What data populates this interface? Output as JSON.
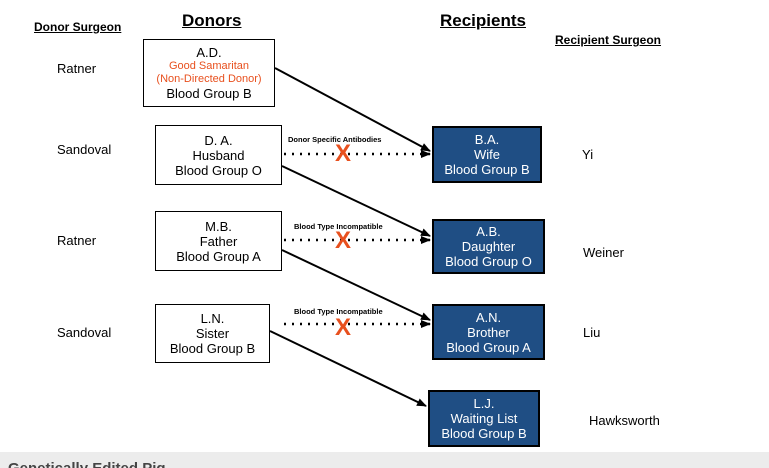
{
  "headers": {
    "donor_surgeon": "Donor Surgeon",
    "donors": "Donors",
    "recipients": "Recipients",
    "recipient_surgeon": "Recipient Surgeon"
  },
  "donors": [
    {
      "initials": "A.D.",
      "role": "Good Samaritan",
      "role2": "(Non-Directed Donor)",
      "blood": "Blood Group B",
      "surgeon": "Ratner"
    },
    {
      "initials": "D. A.",
      "role": "Husband",
      "blood": "Blood Group O",
      "surgeon": "Sandoval"
    },
    {
      "initials": "M.B.",
      "role": "Father",
      "blood": "Blood Group A",
      "surgeon": "Ratner"
    },
    {
      "initials": "L.N.",
      "role": "Sister",
      "blood": "Blood Group B",
      "surgeon": "Sandoval"
    }
  ],
  "recipients": [
    {
      "initials": "B.A.",
      "role": "Wife",
      "blood": "Blood Group B",
      "surgeon": "Yi"
    },
    {
      "initials": "A.B.",
      "role": "Daughter",
      "blood": "Blood Group O",
      "surgeon": "Weiner"
    },
    {
      "initials": "A.N.",
      "role": "Brother",
      "blood": "Blood Group A",
      "surgeon": "Liu"
    },
    {
      "initials": "L.J.",
      "role": "Waiting List",
      "blood": "Blood Group B",
      "surgeon": "Hawksworth"
    }
  ],
  "incompatibilities": [
    {
      "label": "Donor Specific Antibodies",
      "mark": "X"
    },
    {
      "label": "Blood Type Incompatible",
      "mark": "X"
    },
    {
      "label": "Blood Type Incompatible",
      "mark": "X"
    }
  ],
  "footer": {
    "text": "Genetically Edited Pig"
  },
  "colors": {
    "recipient_fill": "#1f4e84",
    "accent_orange": "#e8501e"
  }
}
